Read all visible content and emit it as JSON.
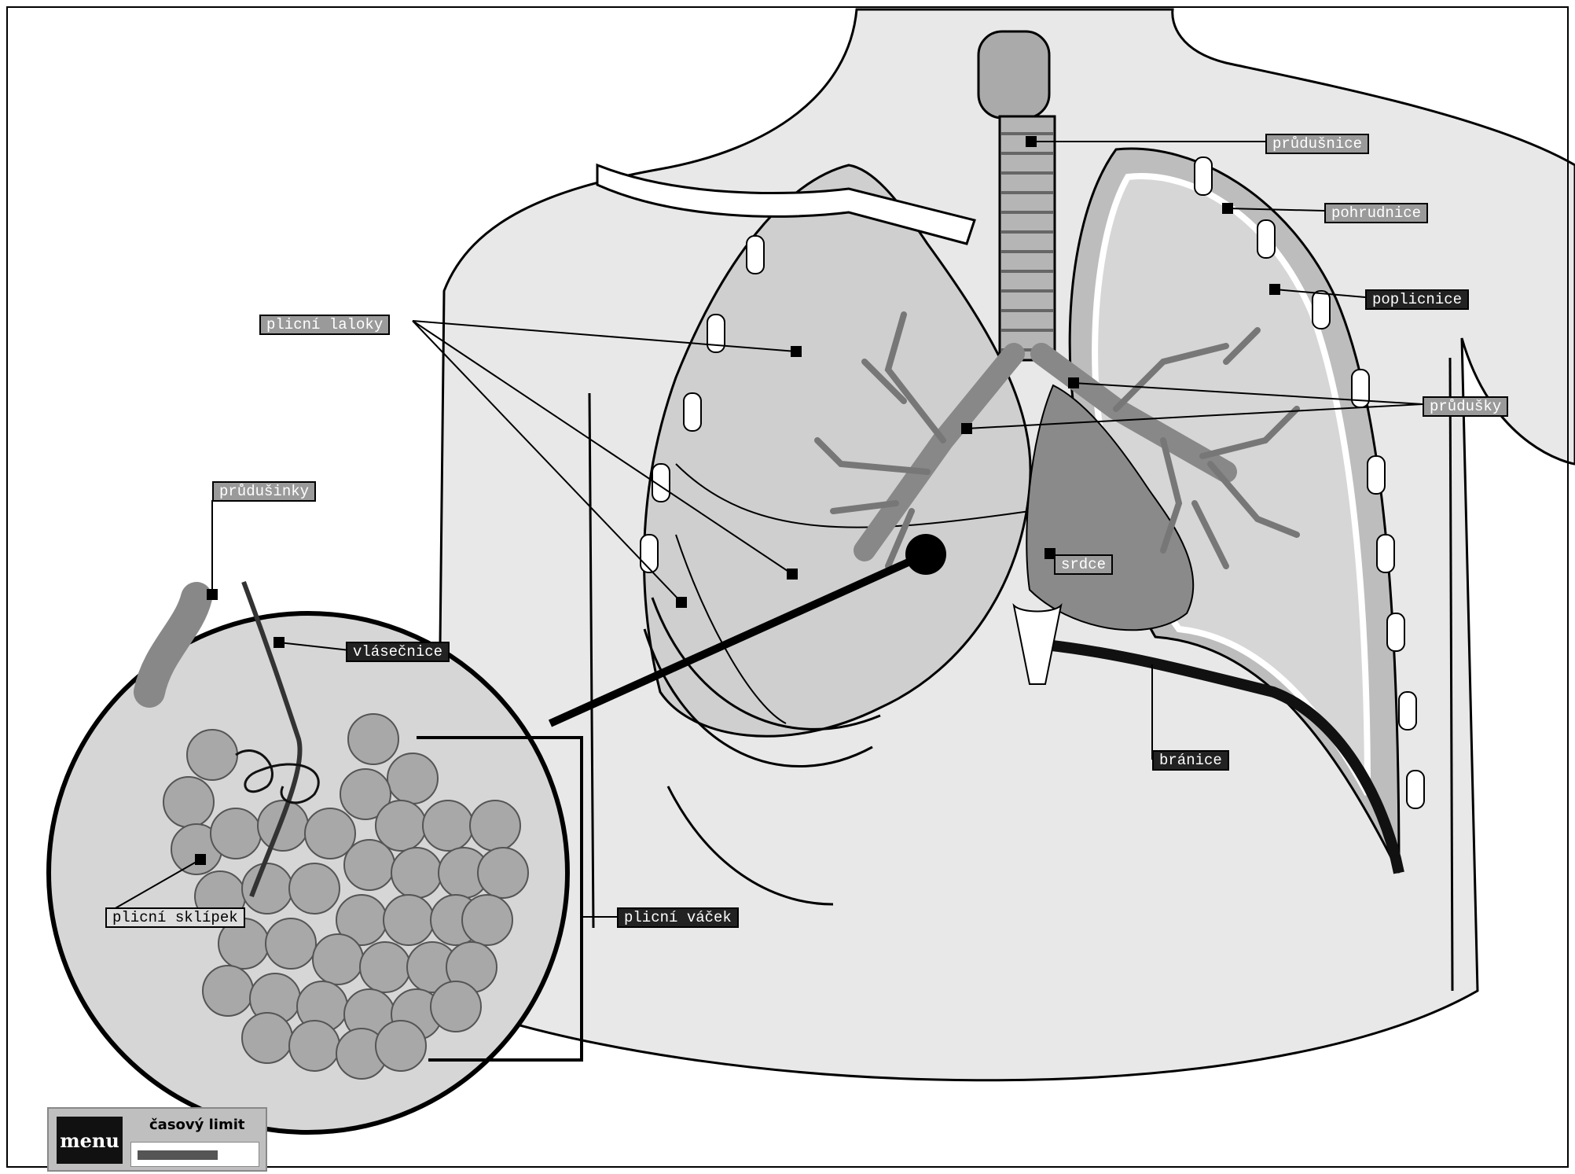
{
  "labels": {
    "trachea": "průdušnice",
    "pleura": "pohrudnice",
    "visceral_pleura": "poplicnice",
    "lung_lobes": "plicní laloky",
    "bronchi": "průdušky",
    "bronchioles": "průdušinky",
    "heart": "srdce",
    "capillaries": "vlásečnice",
    "diaphragm": "bránice",
    "alveolus": "plicní sklípek",
    "alveolar_sac": "plicní váček"
  },
  "menu": {
    "button_label": "menu",
    "time_limit_label": "časový limit",
    "time_remaining_fraction": 0.7
  },
  "colors": {
    "body": "#e6e6e6",
    "lung": "#cfcfcf",
    "heart": "#8a8a8a",
    "bone": "#ffffff",
    "alveoli": "#a8a8a8"
  }
}
